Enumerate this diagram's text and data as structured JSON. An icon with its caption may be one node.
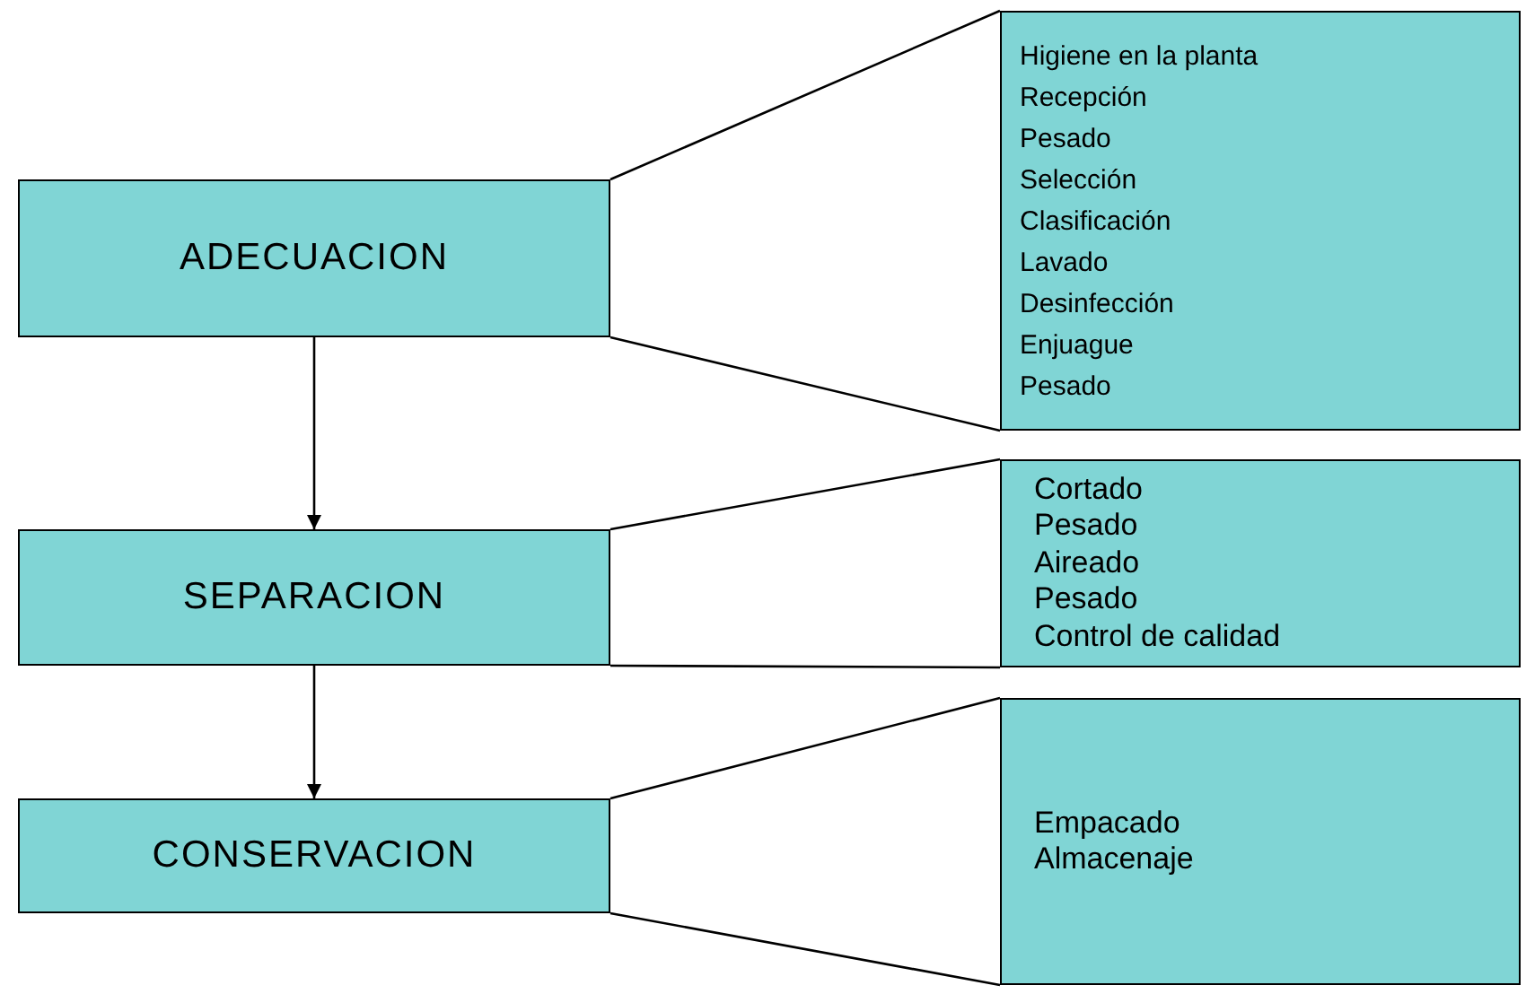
{
  "diagram": {
    "nodes": [
      {
        "text": [
          "ADECUACION"
        ]
      },
      {
        "text": [
          "Higiene en la planta",
          "Recepción",
          "Pesado",
          "Selección",
          "Clasificación",
          "Lavado",
          "Desinfección",
          "Enjuague",
          "Pesado"
        ]
      },
      {
        "text": [
          "SEPARACION"
        ]
      },
      {
        "text": [
          "Cortado",
          "Pesado",
          "Aireado",
          "Pesado",
          "Control de calidad"
        ]
      },
      {
        "text": [
          "CONSERVACION"
        ]
      },
      {
        "text": [
          "Empacado",
          "Almacenaje"
        ]
      }
    ],
    "edges": [
      {
        "from": 0,
        "to": 2,
        "arrow": "to"
      },
      {
        "from": 2,
        "to": 4,
        "arrow": "to"
      },
      {
        "from": 0,
        "to": 1,
        "arrow": "none"
      },
      {
        "from": 0,
        "to": 1,
        "arrow": "none"
      },
      {
        "from": 2,
        "to": 3,
        "arrow": "none"
      },
      {
        "from": 2,
        "to": 3,
        "arrow": "none"
      },
      {
        "from": 4,
        "to": 5,
        "arrow": "none"
      },
      {
        "from": 4,
        "to": 5,
        "arrow": "none"
      }
    ]
  }
}
